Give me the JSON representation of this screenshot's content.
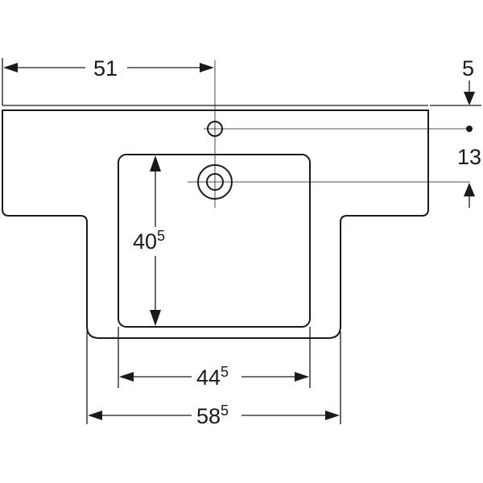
{
  "dimensions": {
    "faucet_offset": {
      "main": "51",
      "sup": ""
    },
    "top_margin": {
      "main": "5",
      "sup": ""
    },
    "hole_spacing": {
      "main": "13",
      "sup": ""
    },
    "bowl_depth": {
      "main": "40",
      "sup": "5"
    },
    "bowl_width": {
      "main": "44",
      "sup": "5"
    },
    "front_width": {
      "main": "58",
      "sup": "5"
    }
  }
}
